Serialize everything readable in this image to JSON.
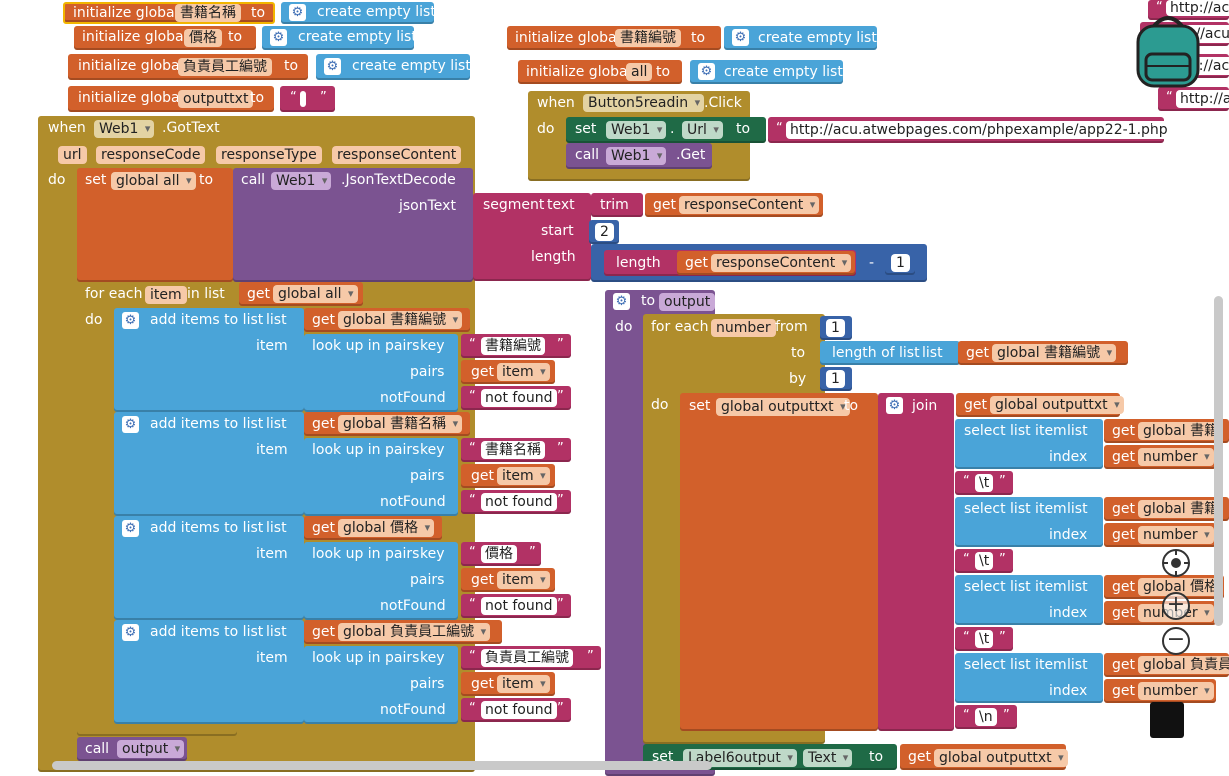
{
  "globals": {
    "shumingcheng": {
      "prefix": "initialize global",
      "name": "書籍名稱",
      "to": "to",
      "value": "create empty list"
    },
    "jiage": {
      "prefix": "initialize global",
      "name": "價格",
      "to": "to",
      "value": "create empty list"
    },
    "fuzeren": {
      "prefix": "initialize global",
      "name": "負責員工編號",
      "to": "to",
      "value": "create empty list"
    },
    "outputtxt": {
      "prefix": "initialize global",
      "name": "outputtxt",
      "to": "to"
    },
    "shubianhao": {
      "prefix": "initialize global",
      "name": "書籍編號",
      "to": "to",
      "value": "create empty list"
    },
    "all": {
      "prefix": "initialize global",
      "name": "all",
      "to": "to",
      "value": "create empty list"
    }
  },
  "readin": {
    "when": "when",
    "component": "Button5readin",
    "event": ".Click",
    "do": "do",
    "set": "set",
    "comp": "Web1",
    "prop": "Url",
    "to": "to",
    "url": "http://acu.atwebpages.com/phpexample/app22-1.php",
    "call": "call",
    "get": ".Get"
  },
  "gottext": {
    "when": "when",
    "component": "Web1",
    "event": ".GotText",
    "params": [
      "url",
      "responseCode",
      "responseType",
      "responseContent"
    ],
    "do": "do",
    "set": "set",
    "var": "global all",
    "to": "to",
    "call": "call",
    "decode": ".JsonTextDecode",
    "jsonText": "jsonText",
    "segment": "segment",
    "text": "text",
    "trim": "trim",
    "get": "get",
    "responseContent": "responseContent",
    "start": "start",
    "start_val": "2",
    "length": "length",
    "length_fn": "length",
    "minus": "-",
    "one": "1"
  },
  "foreach": {
    "label": "for each",
    "item": "item",
    "in_list": "in list",
    "get": "get",
    "list": "global all",
    "do": "do"
  },
  "additems": [
    {
      "label": "add items to list",
      "list_lbl": "list",
      "get": "get",
      "list": "global 書籍編號",
      "item_lbl": "item",
      "lookup": "look up in pairs",
      "key": "key",
      "key_val": "書籍編號",
      "pairs": "pairs",
      "pairs_val": "item",
      "notFound": "notFound",
      "nf_val": "not found"
    },
    {
      "label": "add items to list",
      "list_lbl": "list",
      "get": "get",
      "list": "global 書籍名稱",
      "item_lbl": "item",
      "lookup": "look up in pairs",
      "key": "key",
      "key_val": "書籍名稱",
      "pairs": "pairs",
      "pairs_val": "item",
      "notFound": "notFound",
      "nf_val": "not found"
    },
    {
      "label": "add items to list",
      "list_lbl": "list",
      "get": "get",
      "list": "global 價格",
      "item_lbl": "item",
      "lookup": "look up in pairs",
      "key": "key",
      "key_val": "價格",
      "pairs": "pairs",
      "pairs_val": "item",
      "notFound": "notFound",
      "nf_val": "not found"
    },
    {
      "label": "add items to list",
      "list_lbl": "list",
      "get": "get",
      "list": "global 負責員工編號",
      "item_lbl": "item",
      "lookup": "look up in pairs",
      "key": "key",
      "key_val": "負責員工編號",
      "pairs": "pairs",
      "pairs_val": "item",
      "notFound": "notFound",
      "nf_val": "not found"
    }
  ],
  "call_output": {
    "call": "call",
    "name": "output"
  },
  "procedure": {
    "to": "to",
    "name": "output",
    "do": "do",
    "foreach": "for each",
    "var": "number",
    "from": "from",
    "from_val": "1",
    "to_lbl": "to",
    "length_of_list": "length of list",
    "list": "list",
    "get": "get",
    "list_name": "global 書籍編號",
    "by": "by",
    "by_val": "1",
    "inner_do": "do",
    "set": "set",
    "set_var": "global outputtxt",
    "set_to": "to",
    "join": "join",
    "join_first": "global outputtxt",
    "selects": [
      {
        "label": "select list item",
        "list": "list",
        "get": "get",
        "list_name": "global 書籍",
        "index": "index",
        "index_var": "number",
        "sep": "\\t"
      },
      {
        "label": "select list item",
        "list": "list",
        "get": "get",
        "list_name": "global 書籍",
        "index": "index",
        "index_var": "number",
        "sep": "\\t"
      },
      {
        "label": "select list item",
        "list": "list",
        "get": "get",
        "list_name": "global 價格",
        "index": "index",
        "index_var": "number",
        "sep": "\\t"
      },
      {
        "label": "select list item",
        "list": "list",
        "get": "get",
        "list_name": "global 負責員",
        "index": "index",
        "index_var": "number",
        "sep": "\\n"
      }
    ],
    "final_set": "set",
    "final_comp": "Label6output",
    "final_prop": "Text",
    "final_to": "to",
    "final_get": "get",
    "final_var": "global outputtxt"
  },
  "corner": {
    "url1": "http://ac",
    "url2": "http://acu",
    "url3": "http://ac",
    "url4": "http://a"
  },
  "colors": {
    "variable": "#d2602b",
    "list": "#4aa4d8",
    "text": "#b23265",
    "math": "#3863a8",
    "control": "#b08d2c",
    "component": "#1f6a46",
    "procedure": "#7b5391"
  }
}
